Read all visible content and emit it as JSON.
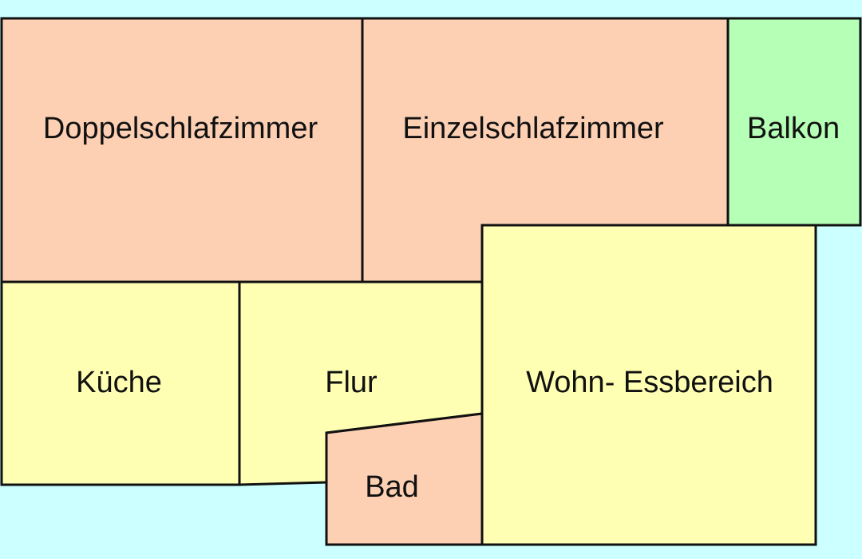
{
  "background_color": "#ccffff",
  "colors": {
    "bedroom": "#fdd0b4",
    "balcony": "#b6ffb6",
    "living": "#ffffb4",
    "bath": "#fdd0b4",
    "wall": "#111111"
  },
  "rooms": {
    "double_bedroom": {
      "label": "Doppelschlafzimmer"
    },
    "single_bedroom": {
      "label": "Einzelschlafzimmer"
    },
    "balcony": {
      "label": "Balkon"
    },
    "kitchen": {
      "label": "Küche"
    },
    "hallway": {
      "label": "Flur"
    },
    "living_dining": {
      "label": "Wohn- Essbereich"
    },
    "bath": {
      "label": "Bad"
    }
  }
}
